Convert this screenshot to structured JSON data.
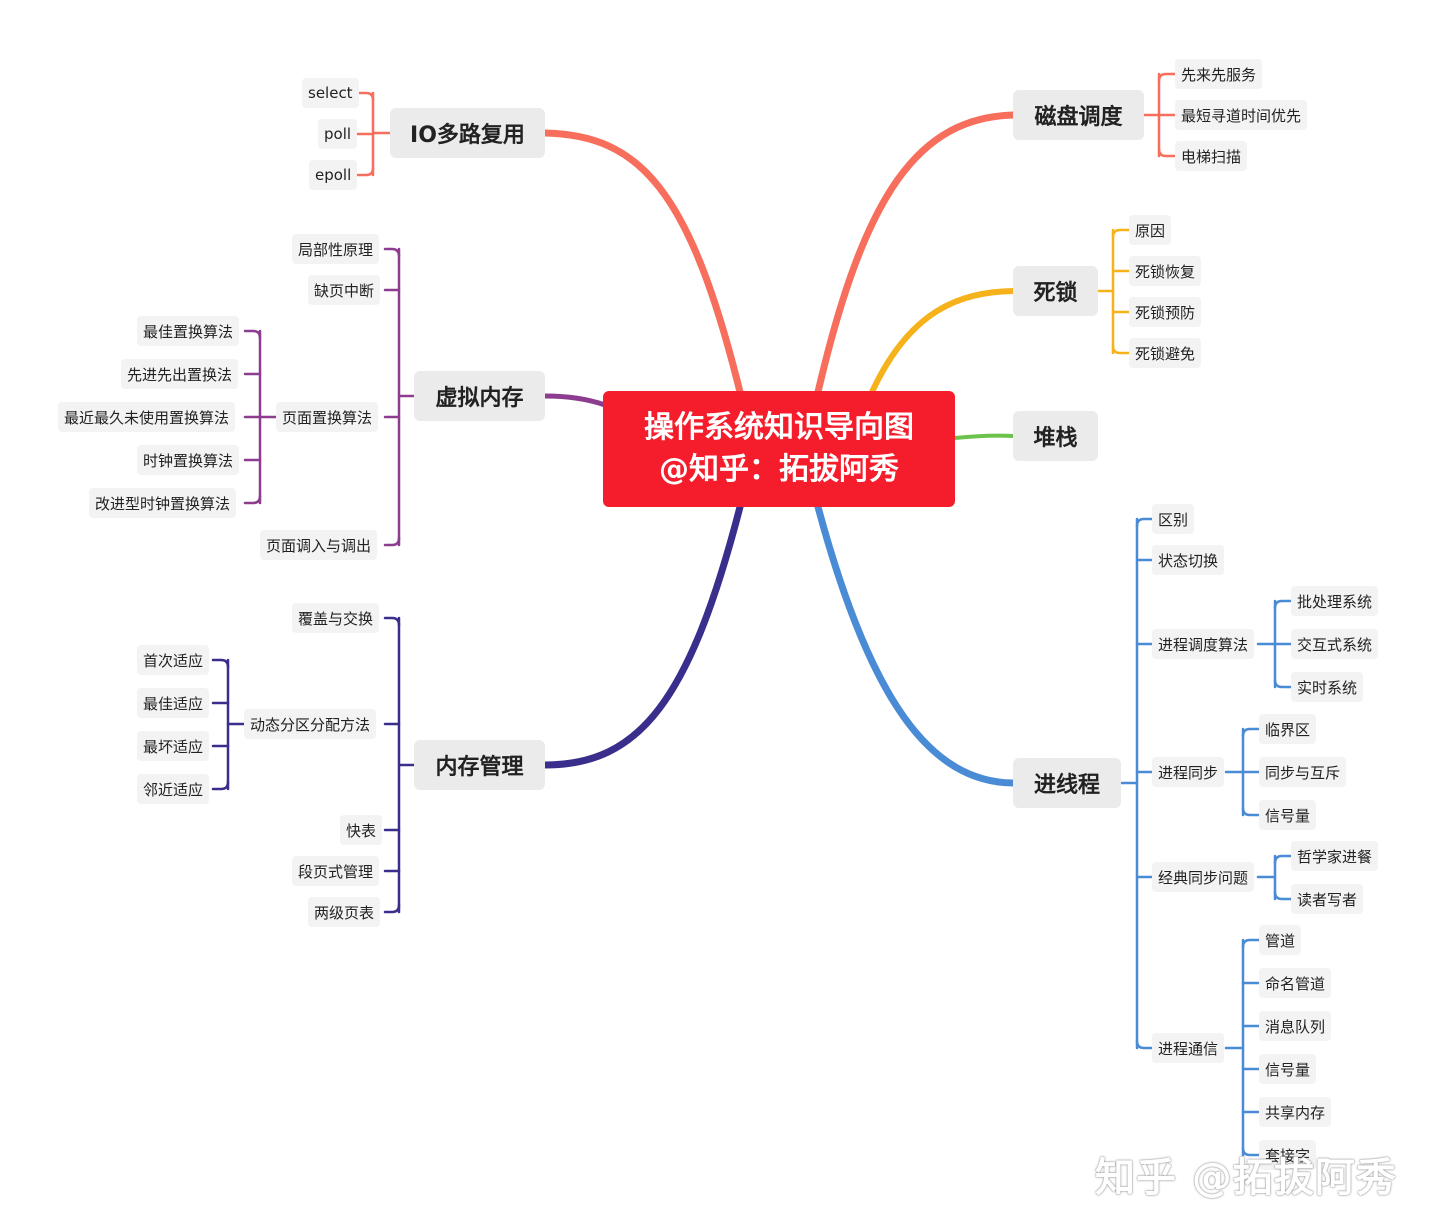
{
  "center": {
    "line1": "操作系统知识导向图",
    "line2": "@知乎：拓拔阿秀"
  },
  "io": {
    "title": "IO多路复用",
    "items": [
      "select",
      "poll",
      "epoll"
    ]
  },
  "vm": {
    "title": "虚拟内存",
    "l1": [
      "局部性原理",
      "缺页中断",
      "页面置换算法",
      "页面调入与调出"
    ],
    "algos": [
      "最佳置换算法",
      "先进先出置换法",
      "最近最久未使用置换算法",
      "时钟置换算法",
      "改进型时钟置换算法"
    ]
  },
  "mm": {
    "title": "内存管理",
    "l1": [
      "覆盖与交换",
      "动态分区分配方法",
      "快表",
      "段页式管理",
      "两级页表"
    ],
    "fits": [
      "首次适应",
      "最佳适应",
      "最坏适应",
      "邻近适应"
    ]
  },
  "disk": {
    "title": "磁盘调度",
    "items": [
      "先来先服务",
      "最短寻道时间优先",
      "电梯扫描"
    ]
  },
  "deadlock": {
    "title": "死锁",
    "items": [
      "原因",
      "死锁恢复",
      "死锁预防",
      "死锁避免"
    ]
  },
  "stack": {
    "title": "堆栈"
  },
  "proc": {
    "title": "进线程",
    "l1": [
      "区别",
      "状态切换",
      "进程调度算法",
      "进程同步",
      "经典同步问题",
      "进程通信"
    ],
    "sched": [
      "批处理系统",
      "交互式系统",
      "实时系统"
    ],
    "sync": [
      "临界区",
      "同步与互斥",
      "信号量"
    ],
    "classic": [
      "哲学家进餐",
      "读者写者"
    ],
    "ipc": [
      "管道",
      "命名管道",
      "消息队列",
      "信号量",
      "共享内存",
      "套接字"
    ]
  },
  "watermark": "知乎 @拓拔阿秀",
  "colors": {
    "io": "#f76e5c",
    "vm": "#8c3d8f",
    "mm": "#3a2e8c",
    "disk": "#f76e5c",
    "deadlock": "#f6b21b",
    "stack": "#6cc24a",
    "proc": "#4a8bd6",
    "center": "#f51d2c"
  }
}
